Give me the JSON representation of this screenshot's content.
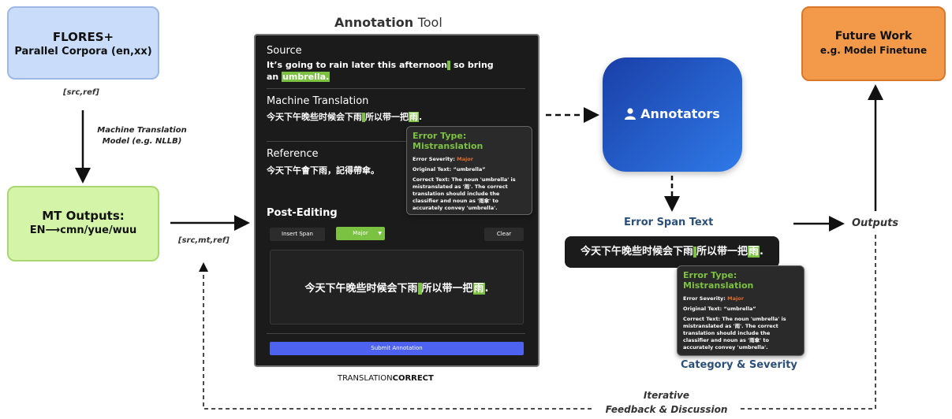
{
  "flores": {
    "title": "FLORES+",
    "subtitle": "Parallel Corpora (en,xx)"
  },
  "src_ref_label": "[src,ref]",
  "mt_model": {
    "line1": "Machine Translation",
    "line2": "Model (e.g. NLLB)"
  },
  "mt_outputs": {
    "title": "MT Outputs:",
    "subtitle": "EN⟶cmn/yue/wuu"
  },
  "src_mt_ref_label": "[src,mt,ref]",
  "tool": {
    "heading_part1": "Annotation ",
    "heading_part2": "Tool",
    "source_label": "Source",
    "source_text_1": "It’s going to rain later this afternoon",
    "source_text_2": " so bring",
    "source_text_3": "an ",
    "source_highlight": "umbrella.",
    "mt_label": "Machine Translation",
    "mt_text_1": "今天下午晚些时候会下雨",
    "mt_text_2": "所以带一把",
    "mt_highlight": "雨",
    "mt_text_3": ".",
    "reference_label": "Reference",
    "reference_text": "今天下午會下雨，記得帶傘。",
    "postedit_label": "Post-Editing",
    "insert_span": "Insert Span",
    "severity_select": "Major",
    "clear": "Clear",
    "edit_text_1": "今天下午晚些时候会下雨",
    "edit_text_2": "所以带一把",
    "edit_highlight": "雨",
    "edit_text_3": ".",
    "submit": "Submit Annotation",
    "brand_light": "TRANSLATION",
    "brand_bold": "CORRECT"
  },
  "popup": {
    "title": "Error Type: Mistranslation",
    "severity_label": "Error Severity: ",
    "severity_value": "Major",
    "original": "Original Text:  “umbrella”",
    "correct_1": "Correct Text: The noun 'umbrella' is",
    "correct_2": "mistranslated as '雨'. The correct",
    "correct_3": "translation should include the",
    "correct_4": "classifier and noun as '雨傘' to",
    "correct_5": "accurately convey 'umbrella'."
  },
  "annotators": "Annotators",
  "error_span_label": "Error Span Text",
  "category_severity_label": "Category & Severity",
  "outputs_label": "Outputs",
  "future": {
    "title": "Future Work",
    "subtitle": "e.g. Model Finetune"
  },
  "feedback": {
    "line1": "Iterative",
    "line2": "Feedback & Discussion"
  },
  "colors": {
    "green": "#7cc242",
    "major": "#e06a2b",
    "annotator_blue": "#1f5fd1",
    "label_blue": "#2a4f7a"
  }
}
